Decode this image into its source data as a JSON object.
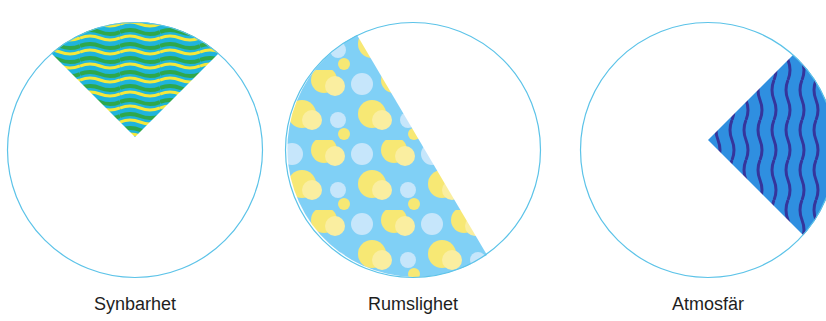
{
  "diagram": {
    "nodes": [
      {
        "text": [
          "Synbarhet"
        ]
      },
      {
        "text": [
          "Rumslighet"
        ]
      },
      {
        "text": [
          "Atmosfär"
        ]
      }
    ]
  }
}
